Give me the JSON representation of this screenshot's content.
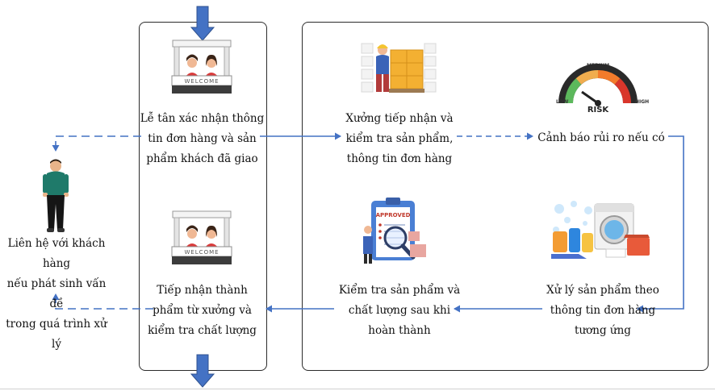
{
  "colors": {
    "arrow": "#4472c4",
    "block_arrow": "#4472c4",
    "panel_border": "#2b2b2b"
  },
  "left_person": {
    "icon": "person-standing-icon",
    "lines": [
      "Liên hệ với khách hàng",
      "nếu phát sinh vấn đề",
      "trong quá trình xử lý"
    ]
  },
  "reception_panel": {
    "top": {
      "icon": "reception-welcome-desk-icon",
      "sign": "WELCOME",
      "lines": [
        "Lễ tân xác nhận thông",
        "tin đơn hàng và sản",
        "phẩm khách đã giao"
      ]
    },
    "bottom": {
      "icon": "reception-welcome-desk-icon",
      "sign": "WELCOME",
      "lines": [
        "Tiếp nhận thành",
        "phẩm từ xưởng và",
        "kiểm tra chất lượng"
      ]
    }
  },
  "workshop_panel": {
    "receive": {
      "icon": "warehouse-worker-boxes-icon",
      "lines": [
        "Xưởng tiếp nhận và",
        "kiểm tra sản phẩm,",
        "thông tin đơn hàng"
      ]
    },
    "risk": {
      "icon": "risk-gauge-icon",
      "gauge_labels": {
        "low": "LOW",
        "medium": "MEDIUM",
        "high": "HIGH",
        "center": "RISK"
      },
      "lines": [
        "Cảnh báo rủi ro nếu có"
      ]
    },
    "process": {
      "icon": "laundry-washing-machine-icon",
      "lines": [
        "Xử lý sản phẩm theo",
        "thông tin đơn hàng",
        "tương ứng"
      ]
    },
    "inspect": {
      "icon": "approved-clipboard-magnifier-icon",
      "clipboard_text": "APPROVED",
      "lines": [
        "Kiểm tra sản phẩm và",
        "chất lượng sau khi",
        "hoàn thành"
      ]
    }
  }
}
